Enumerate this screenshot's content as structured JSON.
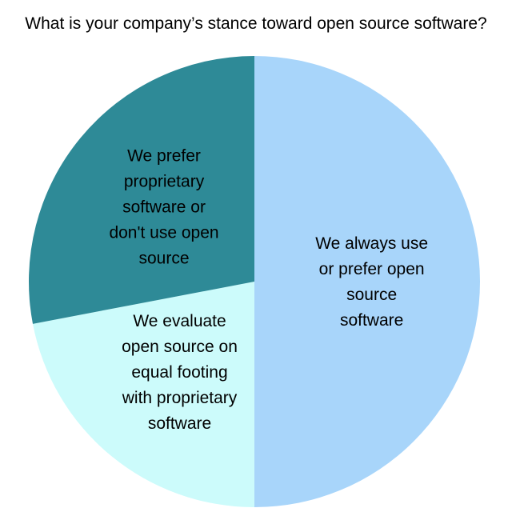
{
  "chart_data": {
    "type": "pie",
    "title": "What is your company’s stance toward open source software?",
    "start_angle_deg": 0,
    "direction": "clockwise",
    "slices": [
      {
        "label_lines": [
          "We always use",
          "or prefer open",
          "source",
          "software"
        ],
        "value": 50,
        "color": "#a8d5fa"
      },
      {
        "label_lines": [
          "We evaluate",
          "open source on",
          "equal footing",
          "with proprietary",
          "software"
        ],
        "value": 22,
        "color": "#ccfbfb"
      },
      {
        "label_lines": [
          "We prefer",
          "proprietary",
          "software or",
          "don't use open",
          "source"
        ],
        "value": 28,
        "color": "#2e8a97"
      }
    ]
  }
}
